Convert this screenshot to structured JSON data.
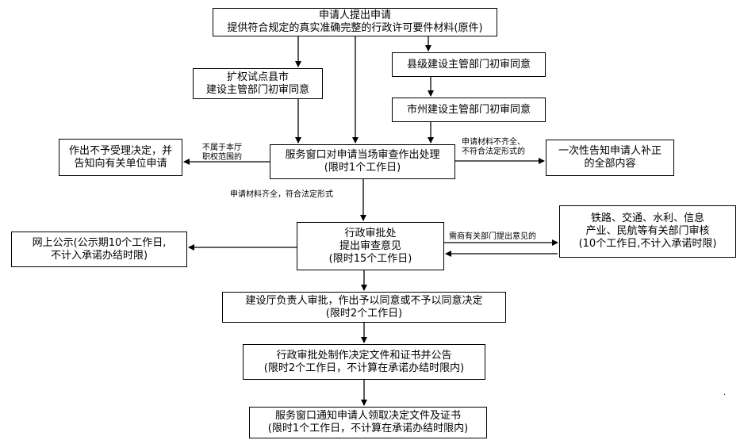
{
  "boxes": {
    "apply": [
      "申请人提出申请",
      "提供符合规定的真实准确完整的行政许可要件材料(原件)"
    ],
    "pilot": [
      "扩权试点县市",
      "建设主管部门初审同意"
    ],
    "county": [
      "县级建设主管部门初审同意"
    ],
    "city": [
      "市州建设主管部门初审同意"
    ],
    "reject": [
      "作出不予受理决定，并",
      "告知向有关单位申请"
    ],
    "window": [
      "服务窗口对申请当场审查作出处理",
      "(限时1个工作日)"
    ],
    "notify": [
      "一次性告知申请人补正",
      "的全部内容"
    ],
    "publicity": [
      "网上公示(公示期10个工作日,",
      "不计入承诺办结时限)"
    ],
    "office": [
      "行政审批处",
      "提出审查意见",
      "(限时15个工作日)"
    ],
    "depts": [
      "铁路、交通、水利、信息",
      "产业、民航等有关部门审核",
      "(10个工作日,不计入承诺时限)"
    ],
    "head": [
      "建设厅负责人审批，作出予以同意或不予以同意决定",
      "(限时2个工作日)"
    ],
    "make": [
      "行政审批处制作决定文件和证书并公告",
      "(限时2个工作日，不计算在承诺办结时限内)"
    ],
    "final": [
      "服务窗口通知申请人领取决定文件及证书",
      "(限时1个工作日，不计算在承诺办结时限内)"
    ]
  },
  "labels": {
    "out_of_scope": [
      "不属于本厅",
      "职权范围的"
    ],
    "incomplete": [
      "申请材料不齐全、",
      "不符合法定形式的"
    ],
    "complete": [
      "申请材料齐全，符合法定形式"
    ],
    "consult": [
      "需商有关部门提出意见的"
    ]
  },
  "footnote": "."
}
